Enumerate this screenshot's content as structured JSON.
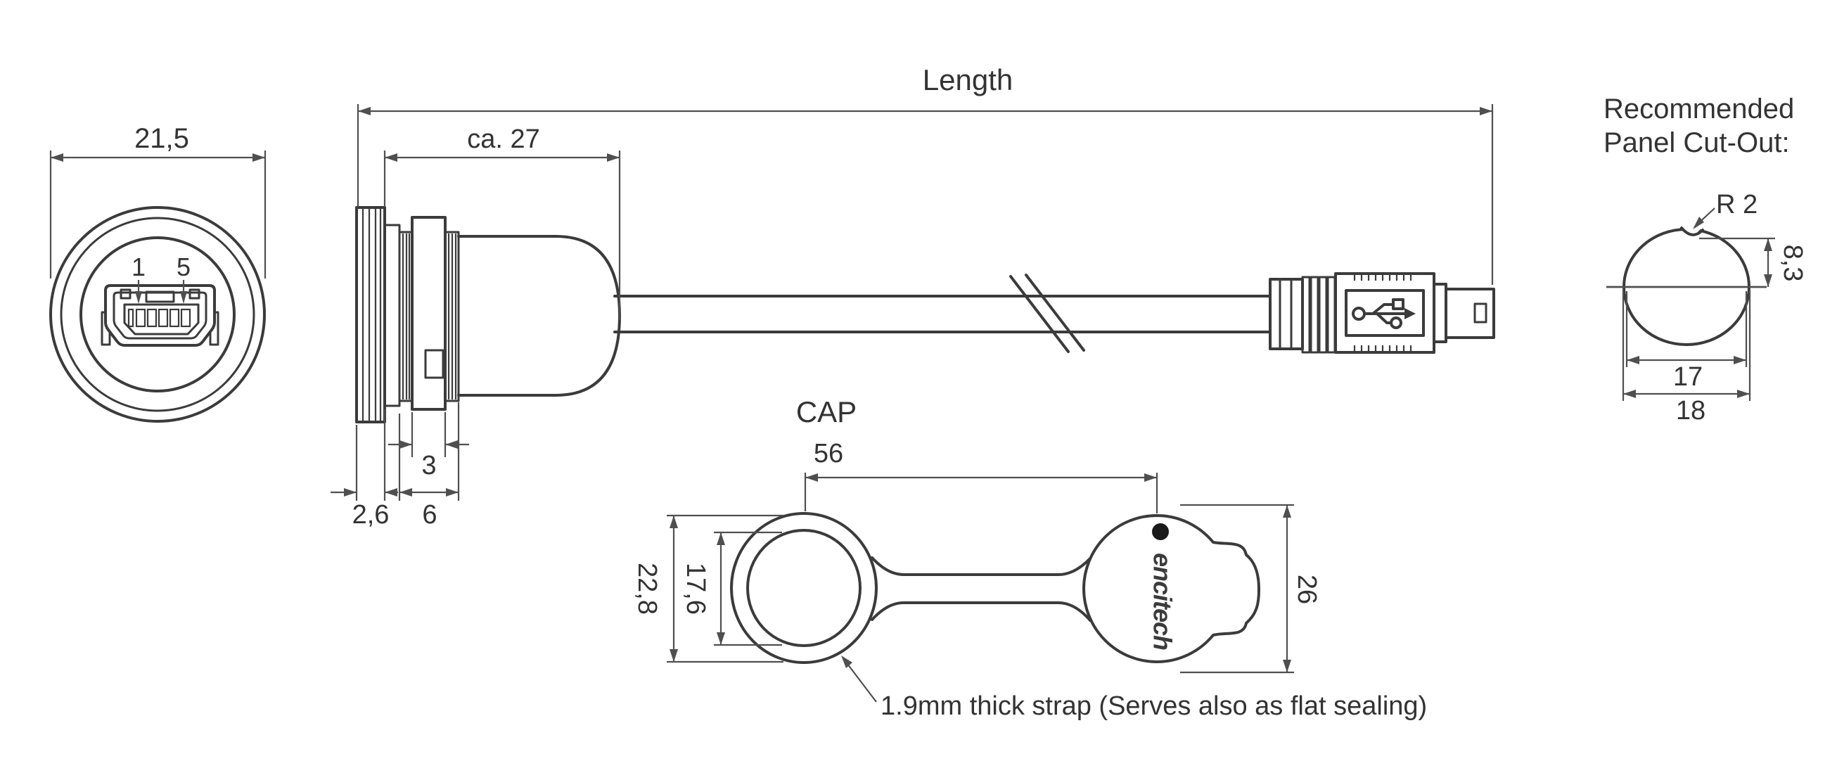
{
  "front_view": {
    "diameter_dim": "21,5",
    "pin_first_label": "1",
    "pin_last_label": "5"
  },
  "side_view": {
    "length_dim_label": "Length",
    "front_section_dim": "ca. 27",
    "flange_thickness_dim": "2,6",
    "detent_width_dim": "3",
    "nut_width_dim": "6"
  },
  "cap_view": {
    "title": "CAP",
    "strap_length_dim": "56",
    "ring_outer_dim": "22,8",
    "ring_inner_dim": "17,6",
    "cap_diameter_dim": "26",
    "brand_text": "encitech",
    "strap_note": "1.9mm thick strap (Serves also as flat sealing)"
  },
  "panel_cutout": {
    "title_line1": "Recommended",
    "title_line2": "Panel Cut-Out:",
    "notch_radius_dim": "R 2",
    "top_to_center_dim": "8,3",
    "width_dim": "17",
    "diameter_dim": "18"
  },
  "colors": {
    "line": "#3b3b3b",
    "dim_line": "#4f4f4f",
    "text": "#333333",
    "background": "#ffffff",
    "logo_dot": "#1a1a1a"
  }
}
